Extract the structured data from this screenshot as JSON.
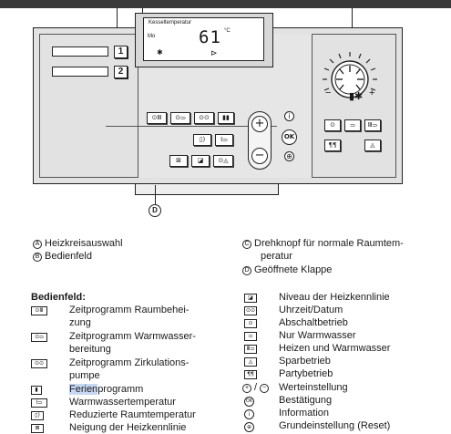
{
  "device": {
    "slot_numbers": [
      "1",
      "2"
    ],
    "lcd_title": "Kesseltemperatur",
    "lcd_mode": "Mo",
    "lcd_value": "61",
    "lcd_unit": "°C",
    "lcd_icon_a": "✱",
    "lcd_icon_b": "⊳",
    "buttons_row1": [
      "⊙Ⅲ",
      "⊙⥰",
      "⊙⊙",
      "▮▮"
    ],
    "buttons_row2": [
      "▯)",
      "Ⅰ⥰"
    ],
    "buttons_row3": [
      "⊠",
      "◪",
      "⊙◬"
    ],
    "plus": "+",
    "minus": "−",
    "info": "i",
    "ok": "OK",
    "reset": "⊕",
    "knob_minus": "−",
    "knob_plus": "+",
    "knob_symbol": "▮✱",
    "right_buttons_row1": [
      "⊙",
      "⥰",
      "Ⅲ⥰"
    ],
    "right_buttons_row2": [
      "¶¶",
      "◬"
    ],
    "callout_d": "D"
  },
  "legend": {
    "a_letter": "A",
    "a_text": "Heizkreisauswahl",
    "b_letter": "B",
    "b_text": "Bedienfeld",
    "c_letter": "C",
    "c_text_1": "Drehknopf für normale Raumtem-",
    "c_text_2": "peratur",
    "d_letter": "D",
    "d_text": "Geöffnete Klappe"
  },
  "section_title": "Bedienfeld:",
  "left_items": [
    {
      "symbol": "⊙Ⅲ",
      "line1": "Zeitprogramm Raumbehei-",
      "line2": "zung"
    },
    {
      "symbol": "⊙⥰",
      "line1": "Zeitprogramm Warmwasser-",
      "line2": "bereitung"
    },
    {
      "symbol": "⊙⊙",
      "line1": "Zeitprogramm Zirkulations-",
      "line2": "pumpe"
    },
    {
      "symbol": "▮",
      "line1_highlight": "Ferien",
      "line1_rest": "programm"
    },
    {
      "symbol": "Ⅰ⥰",
      "line1": "Warmwassertemperatur"
    },
    {
      "symbol": "▯)",
      "line1": "Reduzierte Raumtemperatur"
    },
    {
      "symbol": "⊠",
      "line1": "Neigung der Heizkennlinie"
    }
  ],
  "right_items": [
    {
      "symbol": "◪",
      "text": "Niveau der Heizkennlinie"
    },
    {
      "symbol": "⊙⊙",
      "text": "Uhrzeit/Datum"
    },
    {
      "symbol": "⊙",
      "text": "Abschaltbetrieb"
    },
    {
      "symbol": "⥰",
      "text": "Nur Warmwasser"
    },
    {
      "symbol": "Ⅲ⥰",
      "text": "Heizen und Warmwasser"
    },
    {
      "symbol": "◬",
      "text": "Sparbetrieb"
    },
    {
      "symbol": "¶¶",
      "text": "Partybetrieb"
    },
    {
      "symbol_plus": "+",
      "symbol_sep": "/",
      "symbol_minus": "−",
      "text": "Werteinstellung"
    },
    {
      "symbol": "OK",
      "text": "Bestätigung"
    },
    {
      "symbol": "i",
      "text": "Information"
    },
    {
      "symbol": "⊕",
      "text": "Grundeinstellung (Reset)"
    }
  ]
}
